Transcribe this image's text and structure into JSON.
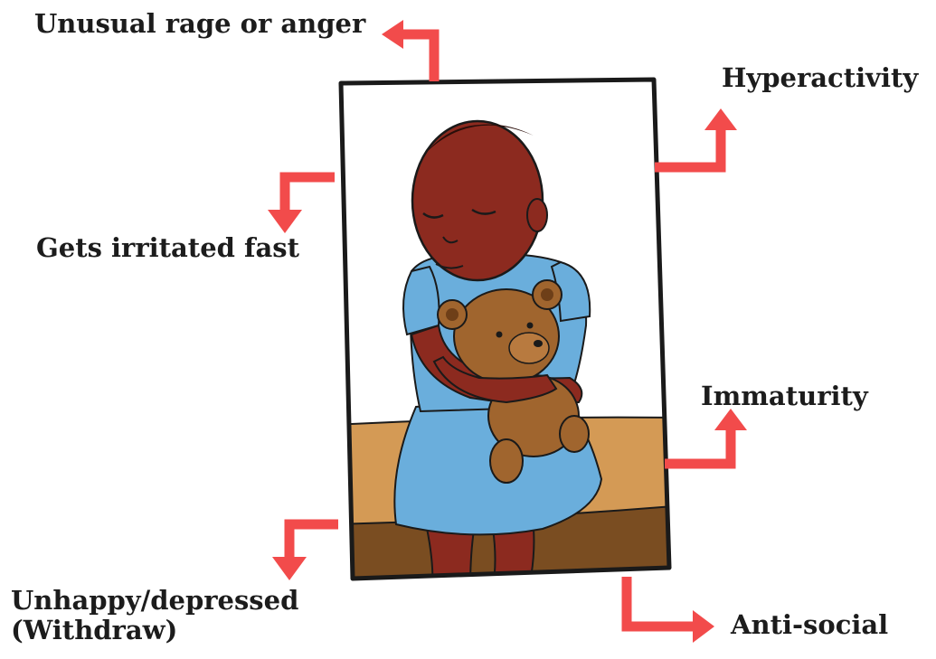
{
  "diagram": {
    "labels": {
      "rage": "Unusual rage or anger",
      "hyperactivity": "Hyperactivity",
      "irritated": "Gets irritated fast",
      "immaturity": "Immaturity",
      "unhappy_line1": "Unhappy/depressed",
      "unhappy_line2": "(Withdraw)",
      "antisocial": "Anti-social"
    }
  },
  "colors": {
    "arrow": "#f24b4b",
    "frame": "#1a1a1a",
    "skin": "#8c2a1f",
    "dress": "#6aaedc",
    "bear": "#a0652e",
    "wall_tan": "#d49a55",
    "wall_dark": "#7a4d21"
  },
  "icons": {
    "frame": "child-with-teddy-bear-illustration",
    "arrows": "right-angle-arrow"
  }
}
